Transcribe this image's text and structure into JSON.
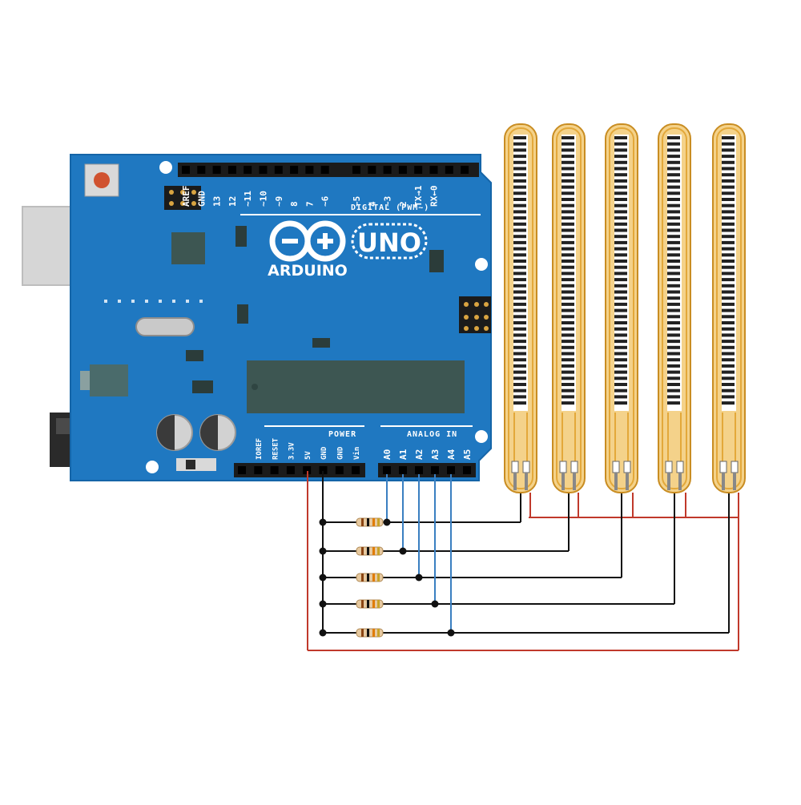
{
  "board": {
    "brand": "ARDUINO",
    "model": "UNO",
    "logo": "infinity-plus-minus-icon",
    "header_label_digital": "DIGITAL (PWM~)",
    "header_label_power": "POWER",
    "header_label_analog": "ANALOG IN",
    "digital_pins": [
      "AREF",
      "GND",
      "13",
      "12",
      "~11",
      "~10",
      "~9",
      "8",
      "7",
      "~6",
      "~5",
      "4",
      "~3",
      "2",
      "TX→1",
      "RX←0"
    ],
    "power_pins": [
      "IOREF",
      "RESET",
      "3.3V",
      "5V",
      "GND",
      "GND",
      "Vin"
    ],
    "analog_pins": [
      "A0",
      "A1",
      "A2",
      "A3",
      "A4",
      "A5"
    ],
    "colors": {
      "pcb": "#1f78c1",
      "pcb_edge": "#1565a8",
      "header": "#1b1b1b",
      "chip": "#3d5652"
    }
  },
  "sensors": {
    "count": 5,
    "kind": "flex-sensor",
    "color": "#e3a83a"
  },
  "resistors": {
    "count": 5
  },
  "wires": {
    "power_color": "#c0392b",
    "ground_color": "#111111",
    "signal_color": "#3a7fc1"
  }
}
